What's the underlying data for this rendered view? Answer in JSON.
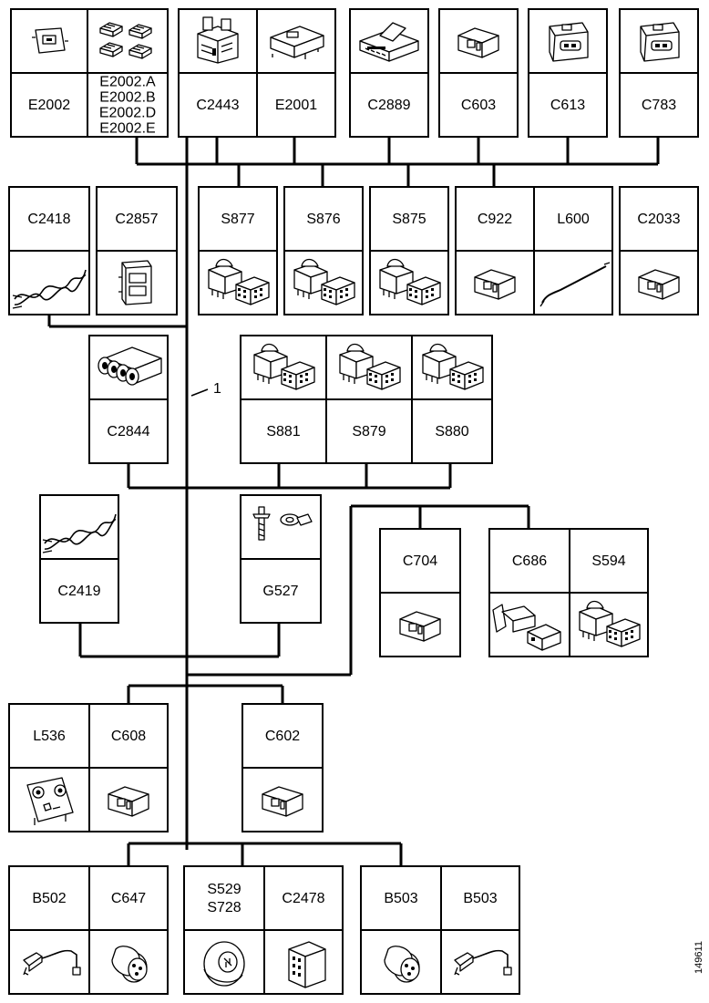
{
  "callout": "1",
  "figure_id": "149611",
  "groups": [
    {
      "id": "g-e2002",
      "cells": [
        {
          "labels": [
            "E2002"
          ],
          "icon": "connector-small-icon"
        },
        {
          "labels": [
            "E2002.A",
            "E2002.B",
            "E2002.D",
            "E2002.E"
          ],
          "icon": "terminal-set-icon"
        }
      ]
    },
    {
      "id": "g-c2443",
      "cells": [
        {
          "labels": [
            "C2443"
          ],
          "icon": "connector-block-icon"
        },
        {
          "labels": [
            "E2001"
          ],
          "icon": "module-icon"
        }
      ]
    },
    {
      "id": "g-c2889",
      "cells": [
        {
          "labels": [
            "C2889"
          ],
          "icon": "module-connector-icon"
        }
      ]
    },
    {
      "id": "g-c603",
      "cells": [
        {
          "labels": [
            "C603"
          ],
          "icon": "connector-icon"
        }
      ]
    },
    {
      "id": "g-c613",
      "cells": [
        {
          "labels": [
            "C613"
          ],
          "icon": "connector-housing-icon"
        }
      ]
    },
    {
      "id": "g-c783",
      "cells": [
        {
          "labels": [
            "C783"
          ],
          "icon": "connector-housing-icon"
        }
      ]
    },
    {
      "id": "g-c2418",
      "cells": [
        {
          "labels": [
            "C2418"
          ],
          "icon": "twisted-wire-icon"
        }
      ]
    },
    {
      "id": "g-c2857",
      "cells": [
        {
          "labels": [
            "C2857"
          ],
          "icon": "connector-tall-icon"
        }
      ]
    },
    {
      "id": "g-s877",
      "cells": [
        {
          "labels": [
            "S877"
          ],
          "icon": "switch-icon"
        }
      ]
    },
    {
      "id": "g-s876",
      "cells": [
        {
          "labels": [
            "S876"
          ],
          "icon": "switch-icon"
        }
      ]
    },
    {
      "id": "g-s875",
      "cells": [
        {
          "labels": [
            "S875"
          ],
          "icon": "switch-icon"
        }
      ]
    },
    {
      "id": "g-c922",
      "cells": [
        {
          "labels": [
            "C922"
          ],
          "icon": "connector-icon"
        },
        {
          "labels": [
            "L600"
          ],
          "icon": "wire-lead-icon"
        }
      ]
    },
    {
      "id": "g-c2033",
      "cells": [
        {
          "labels": [
            "C2033"
          ],
          "icon": "connector-icon"
        }
      ]
    },
    {
      "id": "g-c2844",
      "cells": [
        {
          "labels": [
            "C2844"
          ],
          "icon": "round-connector-icon"
        }
      ]
    },
    {
      "id": "g-s881",
      "cells": [
        {
          "labels": [
            "S881"
          ],
          "icon": "switch-icon"
        },
        {
          "labels": [
            "S879"
          ],
          "icon": "switch-icon"
        },
        {
          "labels": [
            "S880"
          ],
          "icon": "switch-icon"
        }
      ]
    },
    {
      "id": "g-c2419",
      "cells": [
        {
          "labels": [
            "C2419"
          ],
          "icon": "twisted-wire-icon"
        }
      ]
    },
    {
      "id": "g-g527",
      "cells": [
        {
          "labels": [
            "G527"
          ],
          "icon": "ground-stud-icon"
        }
      ]
    },
    {
      "id": "g-c704",
      "cells": [
        {
          "labels": [
            "C704"
          ],
          "icon": "connector-icon"
        }
      ]
    },
    {
      "id": "g-c686",
      "cells": [
        {
          "labels": [
            "C686"
          ],
          "icon": "inline-connector-icon"
        },
        {
          "labels": [
            "S594"
          ],
          "icon": "switch-icon"
        }
      ]
    },
    {
      "id": "g-l536",
      "cells": [
        {
          "labels": [
            "L536"
          ],
          "icon": "lamp-board-icon"
        },
        {
          "labels": [
            "C608"
          ],
          "icon": "connector-icon"
        }
      ]
    },
    {
      "id": "g-c602",
      "cells": [
        {
          "labels": [
            "C602"
          ],
          "icon": "connector-icon"
        }
      ]
    },
    {
      "id": "g-b502",
      "cells": [
        {
          "labels": [
            "B502"
          ],
          "icon": "sensor-probe-icon"
        },
        {
          "labels": [
            "C647"
          ],
          "icon": "round-plug-icon"
        }
      ]
    },
    {
      "id": "g-s529",
      "cells": [
        {
          "labels": [
            "S529",
            "S728"
          ],
          "icon": "disc-switch-icon"
        },
        {
          "labels": [
            "C2478"
          ],
          "icon": "block-connector-icon"
        }
      ]
    },
    {
      "id": "g-b503",
      "cells": [
        {
          "labels": [
            "B503"
          ],
          "icon": "round-plug-icon"
        },
        {
          "labels": [
            "B503"
          ],
          "icon": "sensor-probe-icon"
        }
      ]
    }
  ]
}
